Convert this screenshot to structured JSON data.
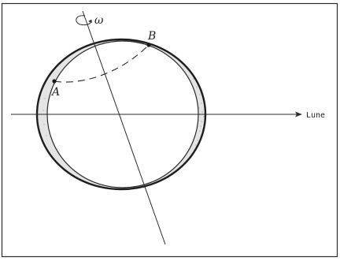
{
  "labels": {
    "point_a": "A",
    "point_b": "B",
    "omega": "ω",
    "moon_axis": "Lune"
  }
}
